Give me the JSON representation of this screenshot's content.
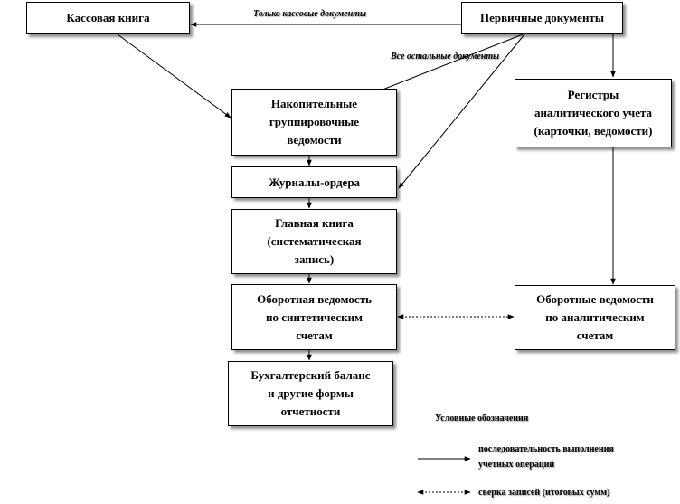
{
  "nodes": {
    "cash_book": "Кассовая книга",
    "primary_docs": "Первичные документы",
    "accum_sheets": "Накопительные\nгруппировочные\nведомости",
    "analytic_registers": "Регистры\nаналитического учета\n(карточки, ведомости)",
    "journal_orders": "Журналы-ордера",
    "general_ledger": "Главная книга\n(систематическая\nзапись)",
    "turnover_synthetic": "Оборотная ведомость\nпо синтетическим\nсчетам",
    "turnover_analytic": "Оборотные ведомости\nпо аналитическим\nсчетам",
    "balance": "Бухгалтерский баланс\nи другие формы\nотчетности"
  },
  "edges": {
    "cash_only": "Только кассовые документы",
    "all_other": "Все остальные документы"
  },
  "legend": {
    "title": "Условные обозначения",
    "sequence": "последовательность выполнения\nучетных операций",
    "reconcile": "сверка записей (итоговых сумм)"
  }
}
